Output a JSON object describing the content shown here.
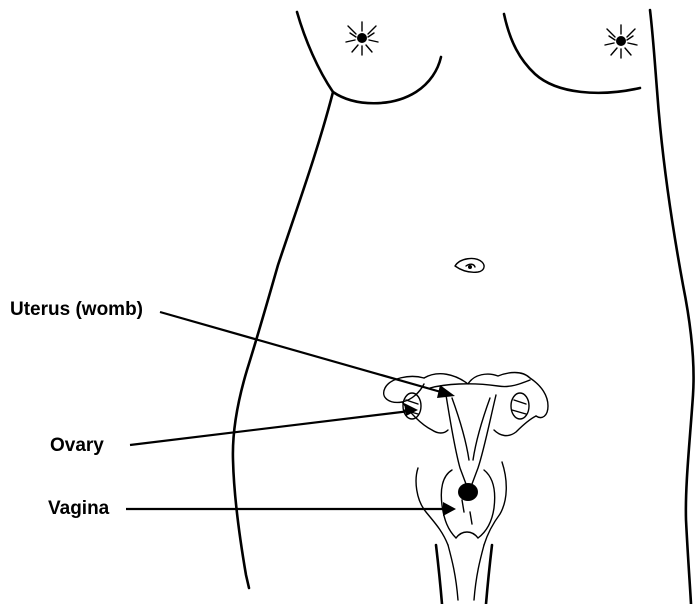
{
  "labels": {
    "uterus": "Uterus (womb)",
    "ovary": "Ovary",
    "vagina": "Vagina"
  },
  "colors": {
    "line": "#000000",
    "background": "#ffffff"
  }
}
